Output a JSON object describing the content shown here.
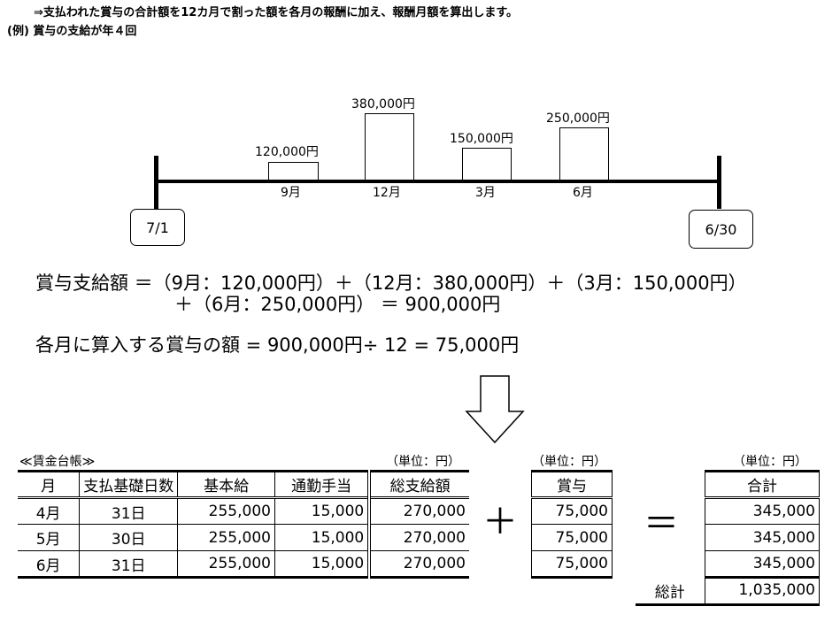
{
  "header": {
    "line1": "⇒支払われた賞与の合計額を12カ月で割った額を各月の報酬に加え、報酬月額を算出します。",
    "line2": "(例) 賞与の支給が年４回"
  },
  "timeline": {
    "start": "7/1",
    "end": "6/30",
    "bonuses": [
      {
        "month": "9月",
        "amount": "120,000円",
        "value": 120000
      },
      {
        "month": "12月",
        "amount": "380,000円",
        "value": 380000
      },
      {
        "month": "3月",
        "amount": "150,000円",
        "value": 150000
      },
      {
        "month": "6月",
        "amount": "250,000円",
        "value": 250000
      }
    ]
  },
  "formula": {
    "line1": "賞与支給額 ＝（9月：120,000円）＋（12月：380,000円）＋（3月：150,000円）",
    "line2": "＋（6月：250,000円） ＝ 900,000円",
    "line3": "各月に算入する賞与の額 = 900,000円÷ 12 = 75,000円"
  },
  "ledger": {
    "title": "≪賃金台帳≫",
    "unit": "（単位：円）",
    "headers": [
      "月",
      "支払基礎日数",
      "基本給",
      "通勤手当",
      "総支給額"
    ],
    "rows": [
      [
        "4月",
        "31日",
        "255,000",
        "15,000",
        "270,000"
      ],
      [
        "5月",
        "30日",
        "255,000",
        "15,000",
        "270,000"
      ],
      [
        "6月",
        "31日",
        "255,000",
        "15,000",
        "270,000"
      ]
    ]
  },
  "bonus_table": {
    "unit": "（単位：円）",
    "header": "賞与",
    "rows": [
      "75,000",
      "75,000",
      "75,000"
    ]
  },
  "total_table": {
    "unit": "（単位：円）",
    "header": "合計",
    "rows": [
      "345,000",
      "345,000",
      "345,000"
    ],
    "grand_label": "総計",
    "grand_value": "1,035,000"
  },
  "operators": {
    "plus": "＋",
    "equals": "＝"
  }
}
